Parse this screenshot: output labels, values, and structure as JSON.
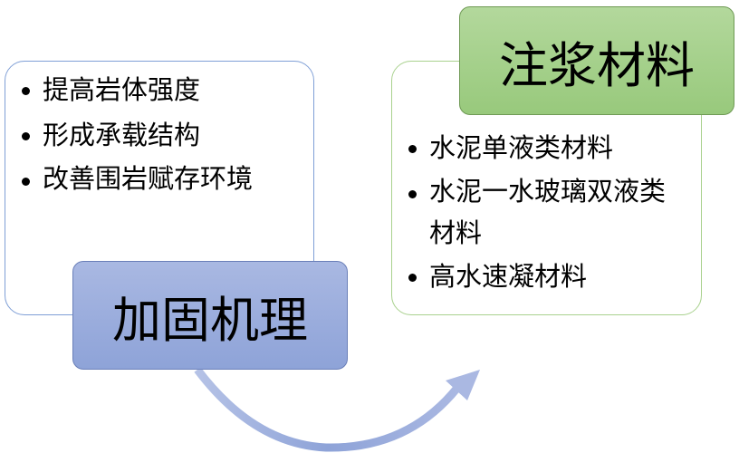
{
  "mechanism": {
    "title": "加固机理",
    "items": [
      "提高岩体强度",
      "形成承载结构",
      "改善围岩赋存环境"
    ]
  },
  "materials": {
    "title": "注浆材料",
    "items": [
      "水泥单液类材料",
      "水泥一水玻璃双液类材料",
      "高水速凝材料"
    ]
  },
  "colors": {
    "blue": "#8ea3d8",
    "green": "#98c97c"
  }
}
